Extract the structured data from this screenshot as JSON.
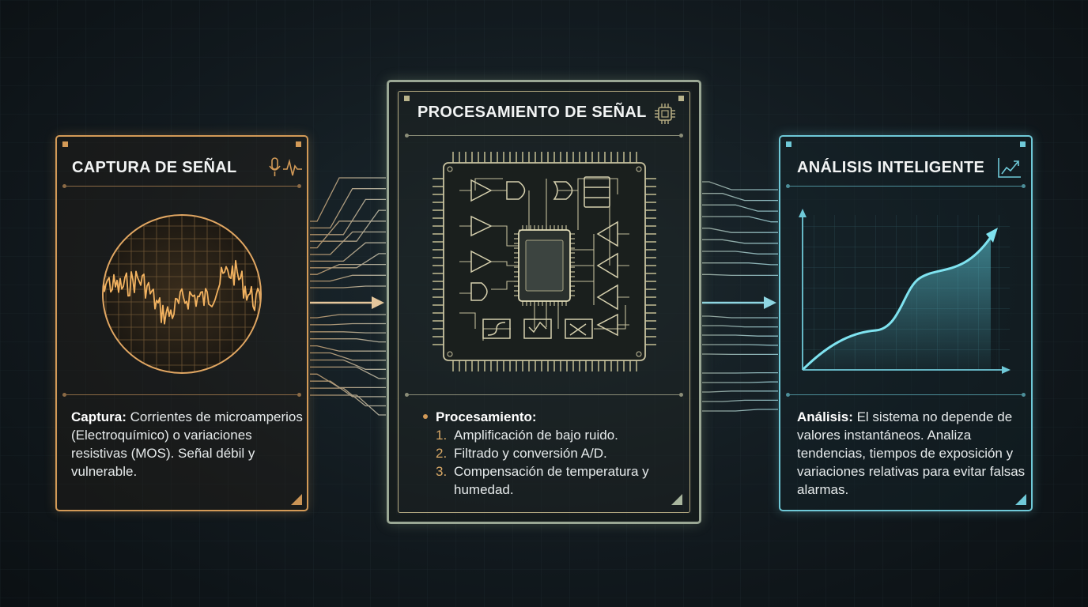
{
  "colors": {
    "capture_accent": "#d39a57",
    "processing_accent": "#b6ac82",
    "analysis_accent": "#6fc9d8",
    "background": "#121a1f"
  },
  "panels": {
    "capture": {
      "title": "CAPTURA DE SEÑAL",
      "icon": "microphone-wave-icon",
      "label": "Captura:",
      "text": "Corrientes de microamperios (Electroquímico) o variaciones resistivas (MOS). Señal débil y vulnerable."
    },
    "processing": {
      "title": "PROCESAMIENTO DE SEÑAL",
      "icon": "microchip-icon",
      "label": "Procesamiento:",
      "steps": [
        {
          "num": "1.",
          "text": "Amplificación de bajo ruido."
        },
        {
          "num": "2.",
          "text": "Filtrado y conversión A/D."
        },
        {
          "num": "3.",
          "text": "Compensación de temperatura y humedad."
        }
      ]
    },
    "analysis": {
      "title": "ANÁLISIS INTELIGENTE",
      "icon": "trend-chart-icon",
      "label": "Análisis:",
      "text": "El sistema no depende de valores instantáneos. Analiza tendencias, tiempos de exposición y variaciones relativas para evitar falsas alarmas."
    }
  }
}
